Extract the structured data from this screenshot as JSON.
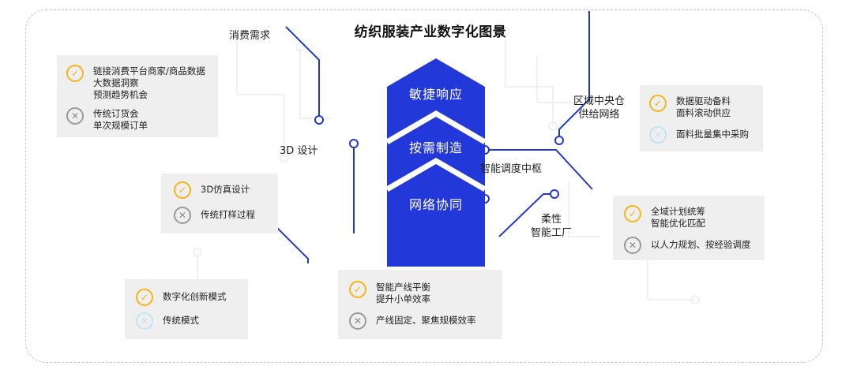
{
  "title": "纺织服装产业数字化图景",
  "colors": {
    "blue": "#2338d8",
    "line": "#2238cc",
    "gold": "#f4b41a",
    "grey": "#9a9a9a"
  },
  "center": {
    "stages": [
      "敏捷响应",
      "按需制造",
      "网络协同"
    ]
  },
  "labels": {
    "consumer": "消费需求",
    "design3d": "3D 设计",
    "regional": [
      "区域中央仓",
      "供给网络"
    ],
    "scheduling": "智能调度中枢",
    "factory": [
      "柔性",
      "智能工厂"
    ]
  },
  "cards": {
    "consumer": {
      "ok": [
        "链接消费平台商家/商品数据",
        "大数据洞察",
        "预测趋势机会"
      ],
      "no": [
        "传统订货会",
        "单次规模订单"
      ]
    },
    "design3d": {
      "ok": [
        "3D仿真设计"
      ],
      "no": [
        "传统打样过程"
      ]
    },
    "model": {
      "ok": [
        "数字化创新模式"
      ],
      "no": [
        "传统模式"
      ]
    },
    "production": {
      "ok": [
        "智能产线平衡",
        "提升小单效率"
      ],
      "no": [
        "产线固定、聚焦规模效率"
      ]
    },
    "warehouse": {
      "ok": [
        "数据驱动备料",
        "面料滚动供应"
      ],
      "no": [
        "面料批量集中采购"
      ]
    },
    "planning": {
      "ok": [
        "全域计划统筹",
        "智能优化匹配"
      ],
      "no": [
        "以人力规划、按经验调度"
      ]
    }
  },
  "icons": {
    "ok": "check-circle-icon",
    "no": "cross-circle-icon"
  }
}
